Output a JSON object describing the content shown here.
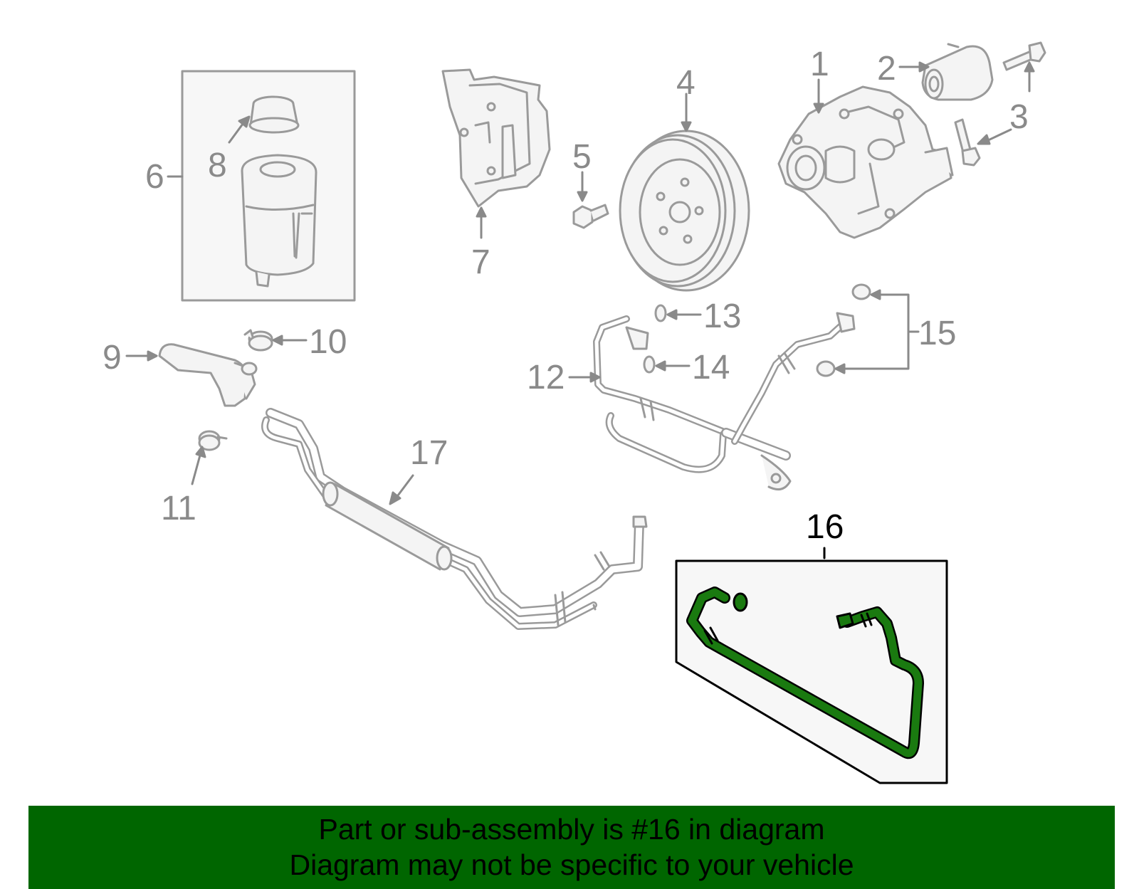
{
  "diagram": {
    "callouts": {
      "c1": "1",
      "c2": "2",
      "c3": "3",
      "c4": "4",
      "c5": "5",
      "c6": "6",
      "c7": "7",
      "c8": "8",
      "c9": "9",
      "c10": "10",
      "c11": "11",
      "c12": "12",
      "c13": "13",
      "c14": "14",
      "c15": "15",
      "c16": "16",
      "c17": "17"
    },
    "highlight_part": "16",
    "colors": {
      "part_outline": "#9a9a9a",
      "part_fill": "#f4f4f4",
      "highlight_fill": "#1a7a10",
      "highlight_outline": "#000000",
      "banner_background": "#006600",
      "callout_text": "#8a8a8a"
    }
  },
  "banner": {
    "line1": "Part or sub-assembly is #16 in diagram",
    "line2": "Diagram may not be specific to your vehicle"
  }
}
